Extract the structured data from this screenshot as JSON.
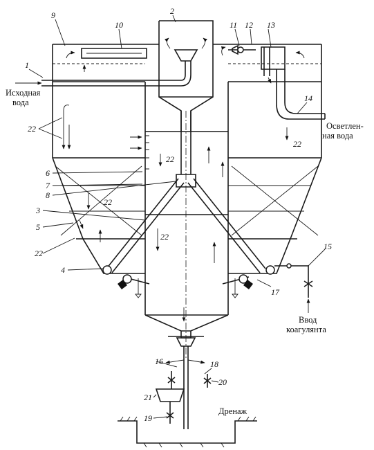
{
  "labels": {
    "source_water": [
      "Исходная",
      "вода"
    ],
    "clarified_water": [
      "Осветлен-",
      "ная вода"
    ],
    "coagulant_inlet": [
      "Ввод",
      "коагулянта"
    ],
    "drainage": "Дренаж"
  },
  "part_numbers": [
    "1",
    "2",
    "3",
    "4",
    "5",
    "6",
    "7",
    "8",
    "9",
    "10",
    "11",
    "12",
    "13",
    "14",
    "15",
    "16",
    "17",
    "18",
    "19",
    "20",
    "21",
    "22"
  ]
}
